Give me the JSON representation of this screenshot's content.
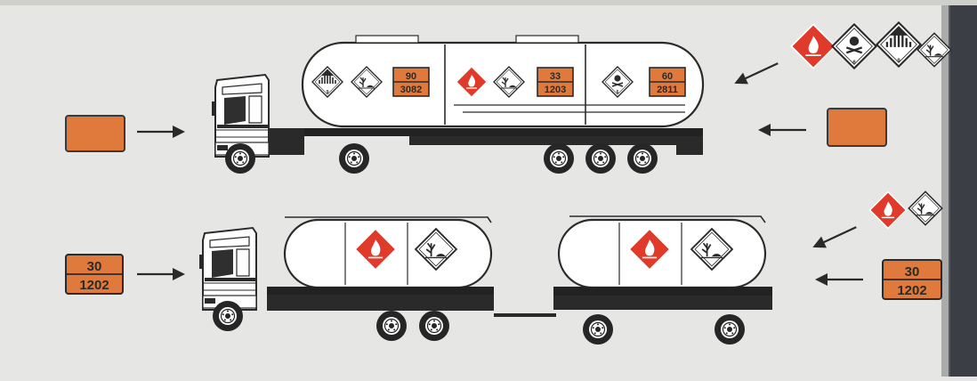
{
  "colors": {
    "page": "#e6e7e4",
    "orange": "#e07a3c",
    "red": "#e03a2a",
    "ink": "#2a2a2a",
    "shadow": "#3c3e45"
  },
  "top_vehicle": {
    "description_icons": [
      "class-9-misc-diamond",
      "environment-hazard-diamond",
      "flammable-liquid-diamond",
      "toxic-diamond"
    ],
    "compartments": [
      {
        "upper": "90",
        "lower": "3082"
      },
      {
        "upper": "33",
        "lower": "1203"
      },
      {
        "upper": "60",
        "lower": "2811"
      }
    ],
    "front_plate": {
      "upper": "",
      "lower": ""
    },
    "rear_plate": {
      "upper": "",
      "lower": ""
    },
    "side_label_class9": "9",
    "side_label_class6": "6"
  },
  "bottom_vehicle": {
    "front_plate": {
      "upper": "30",
      "lower": "1202"
    },
    "rear_plate": {
      "upper": "30",
      "lower": "1202"
    }
  },
  "legend_top": {
    "icons": [
      "flammable-icon",
      "toxic-icon",
      "class-9-icon",
      "environment-icon"
    ],
    "class9_number": "9",
    "class6_number": "6"
  },
  "legend_bottom": {
    "icons": [
      "flammable-icon",
      "environment-icon"
    ]
  }
}
